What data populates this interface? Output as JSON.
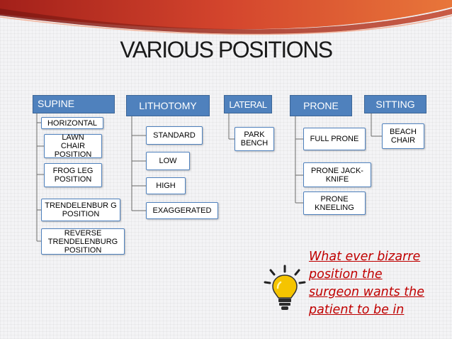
{
  "title": "VARIOUS POSITIONS",
  "columns": [
    {
      "header": "SUPINE",
      "items": [
        "HORIZONTAL",
        "LAWN CHAIR POSITION",
        "FROG LEG POSITION",
        "TRENDELENBUR G POSITION",
        "REVERSE TRENDELENBURG POSITION"
      ]
    },
    {
      "header": "LITHOTOMY",
      "items": [
        "STANDARD",
        "LOW",
        "HIGH",
        "EXAGGERATED"
      ]
    },
    {
      "header": "LATERAL",
      "items": [
        "PARK BENCH"
      ]
    },
    {
      "header": "PRONE",
      "items": [
        "FULL PRONE",
        "PRONE JACK-KNIFE",
        "PRONE KNEELING"
      ]
    },
    {
      "header": "SITTING",
      "items": [
        "BEACH CHAIR"
      ]
    }
  ],
  "note": {
    "lines": [
      "What ever bizarre",
      "position the",
      "surgeon wants the",
      "patient to be in"
    ]
  },
  "colors": {
    "header_fill": "#4f81bd",
    "note_text": "#c00000",
    "bulb": "#f5c400",
    "banner": "#c0392b"
  },
  "icons": {
    "bulb": "lightbulb-icon"
  }
}
